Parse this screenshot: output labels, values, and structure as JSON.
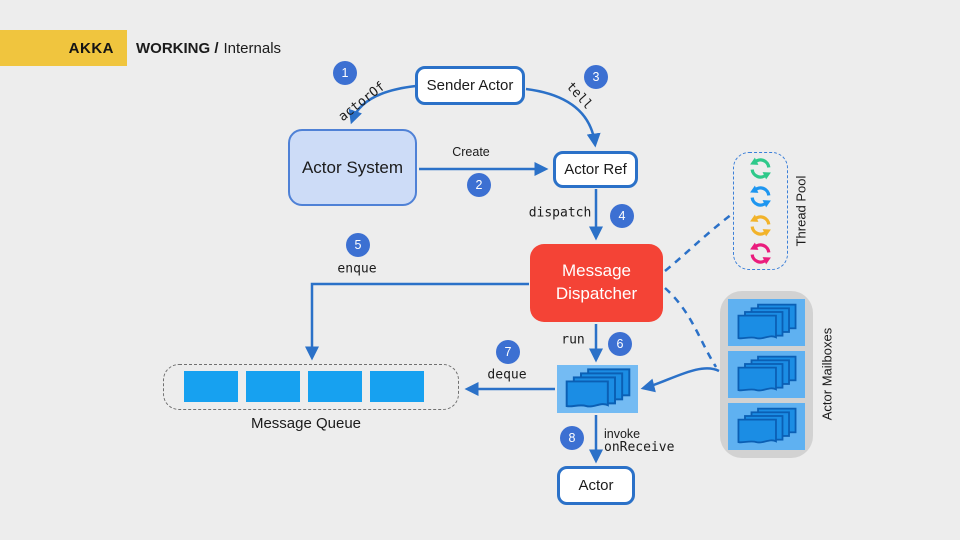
{
  "header": {
    "brand": "AKKA",
    "title_bold": "WORKING /",
    "title_rest": "Internals"
  },
  "nodes": {
    "sender_actor": "Sender Actor",
    "actor_system": "Actor System",
    "actor_ref": "Actor Ref",
    "message_dispatcher_line1": "Message",
    "message_dispatcher_line2": "Dispatcher",
    "actor": "Actor"
  },
  "labels": {
    "message_queue": "Message Queue",
    "thread_pool": "Thread Pool",
    "actor_mailboxes": "Actor Mailboxes"
  },
  "steps": {
    "s1": {
      "num": "1",
      "label": "actorOf"
    },
    "s2": {
      "num": "2",
      "label": "Create"
    },
    "s3": {
      "num": "3",
      "label": "tell"
    },
    "s4": {
      "num": "4",
      "label": "dispatch"
    },
    "s5": {
      "num": "5",
      "label": "enque"
    },
    "s6": {
      "num": "6",
      "label": "run"
    },
    "s7": {
      "num": "7",
      "label": "deque"
    },
    "s8": {
      "num": "8",
      "label_line1": "invoke",
      "label_line2": "onReceive"
    }
  },
  "edges": [
    {
      "step": "1",
      "label": "actorOf",
      "from": "Sender Actor",
      "to": "Actor System"
    },
    {
      "step": "2",
      "label": "Create",
      "from": "Actor System",
      "to": "Actor Ref"
    },
    {
      "step": "3",
      "label": "tell",
      "from": "Sender Actor",
      "to": "Actor Ref"
    },
    {
      "step": "4",
      "label": "dispatch",
      "from": "Actor Ref",
      "to": "Message Dispatcher"
    },
    {
      "step": "5",
      "label": "enque",
      "from": "Message Dispatcher",
      "to": "Message Queue"
    },
    {
      "step": "6",
      "label": "run",
      "from": "Message Dispatcher",
      "to": "Mailbox"
    },
    {
      "step": "7",
      "label": "deque",
      "from": "Mailbox",
      "to": "Message Queue"
    },
    {
      "step": "8",
      "label": "invoke onReceive",
      "from": "Mailbox",
      "to": "Actor"
    },
    {
      "step": "",
      "label": "",
      "from": "Actor Mailboxes",
      "to": "Mailbox"
    }
  ],
  "thread_pool": {
    "icon_colors": [
      "#2ec98a",
      "#1e96f0",
      "#f2b32a",
      "#ea1c7d"
    ]
  },
  "colors": {
    "background": "#ededed",
    "banner_yellow": "#f0c53e",
    "arrow_blue": "#2b71c8",
    "circle_blue": "#3c70d2",
    "dispatcher_red": "#f44336",
    "actor_system_fill": "#cddcf7",
    "queue_item_blue": "#17a1f0",
    "mailbox_cell_blue": "#5fb1f1",
    "mailbox_icon_bg": "#74bbf3",
    "document_blue": "#1b8de4",
    "document_border": "#0b5fb4",
    "mailboxes_gray": "#d2d2d2"
  }
}
